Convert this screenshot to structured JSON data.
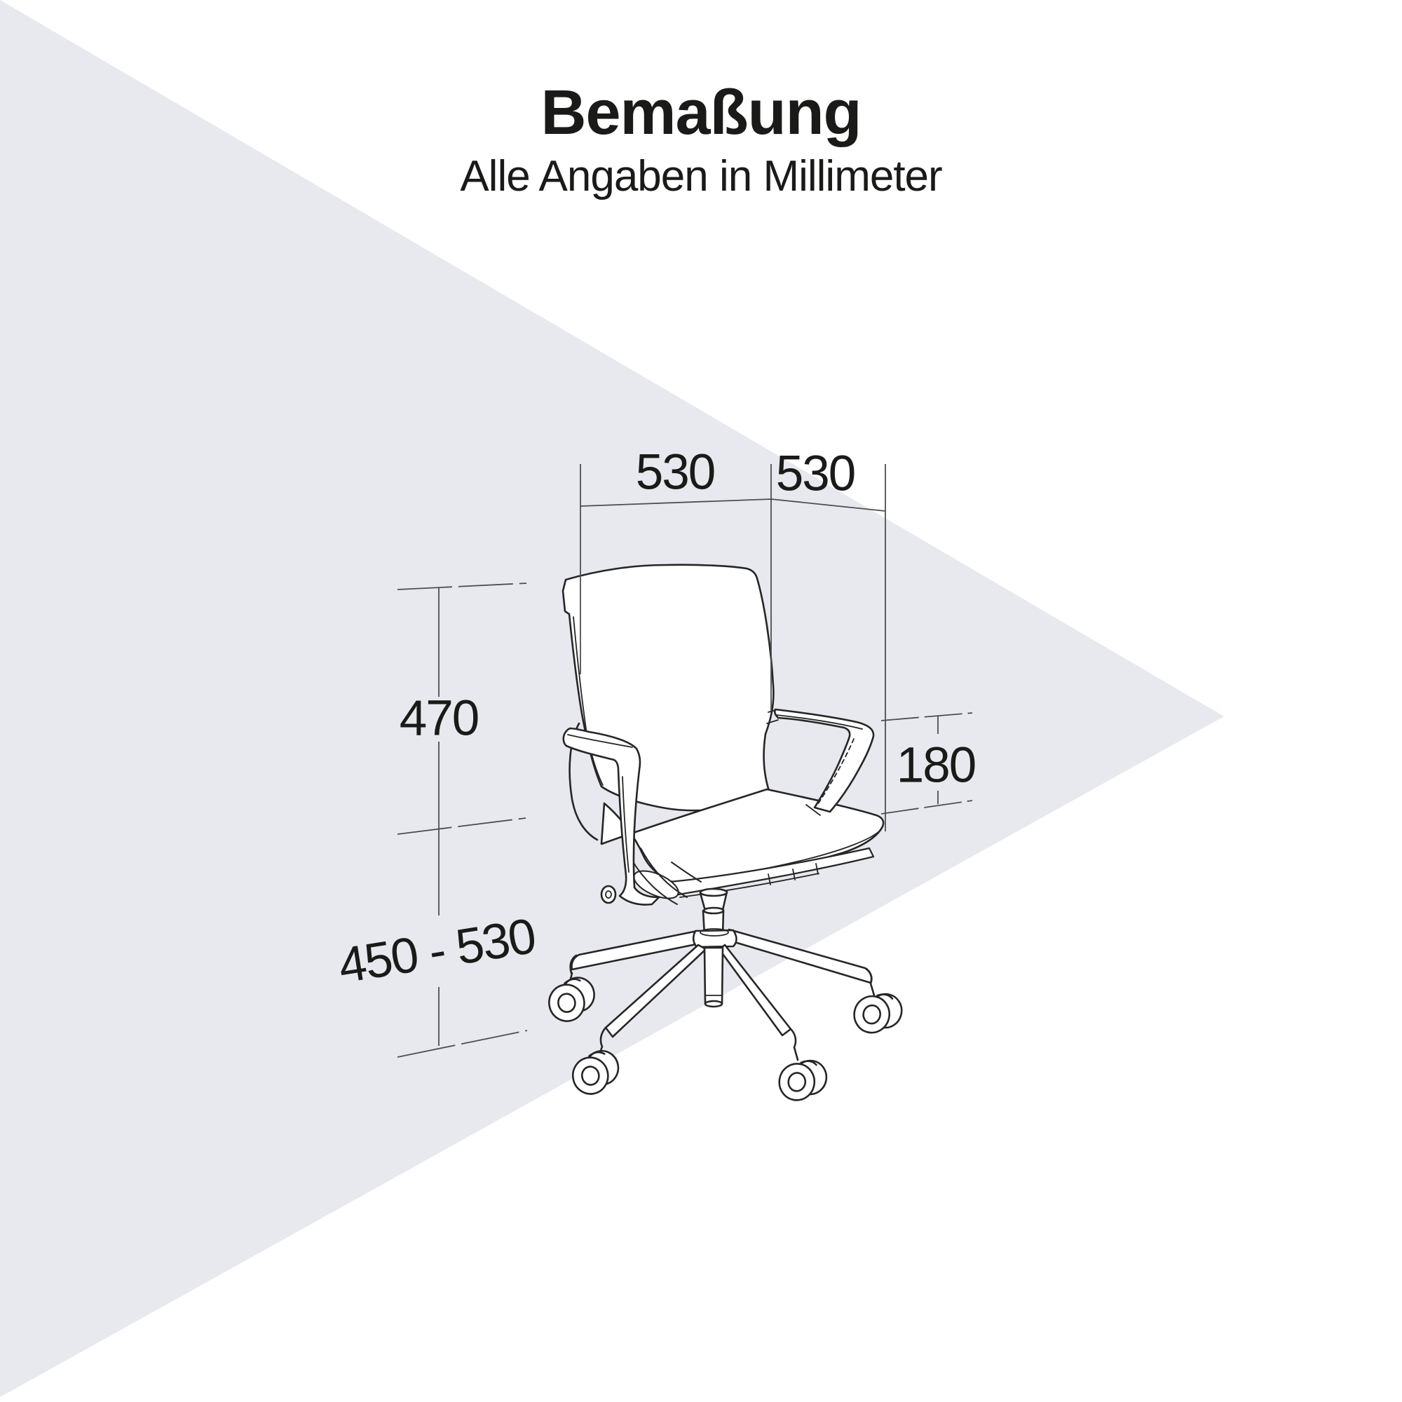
{
  "header": {
    "title": "Bemaßung",
    "subtitle": "Alle Angaben in Millimeter"
  },
  "dimensions": {
    "back_width_mm": "530",
    "seat_depth_mm": "530",
    "backrest_height_mm": "470",
    "armrest_height_mm": "180",
    "seat_height_range_mm": "450 - 530"
  },
  "illustration": {
    "subject": "office swivel chair line drawing, three-quarter view, five-star base with double casters"
  },
  "colors": {
    "background": "#ffffff",
    "watermark_triangle": "#e8e9ee",
    "line_art": "#262626",
    "dimension_lines": "#4e4e4e",
    "text": "#1a1a19"
  }
}
